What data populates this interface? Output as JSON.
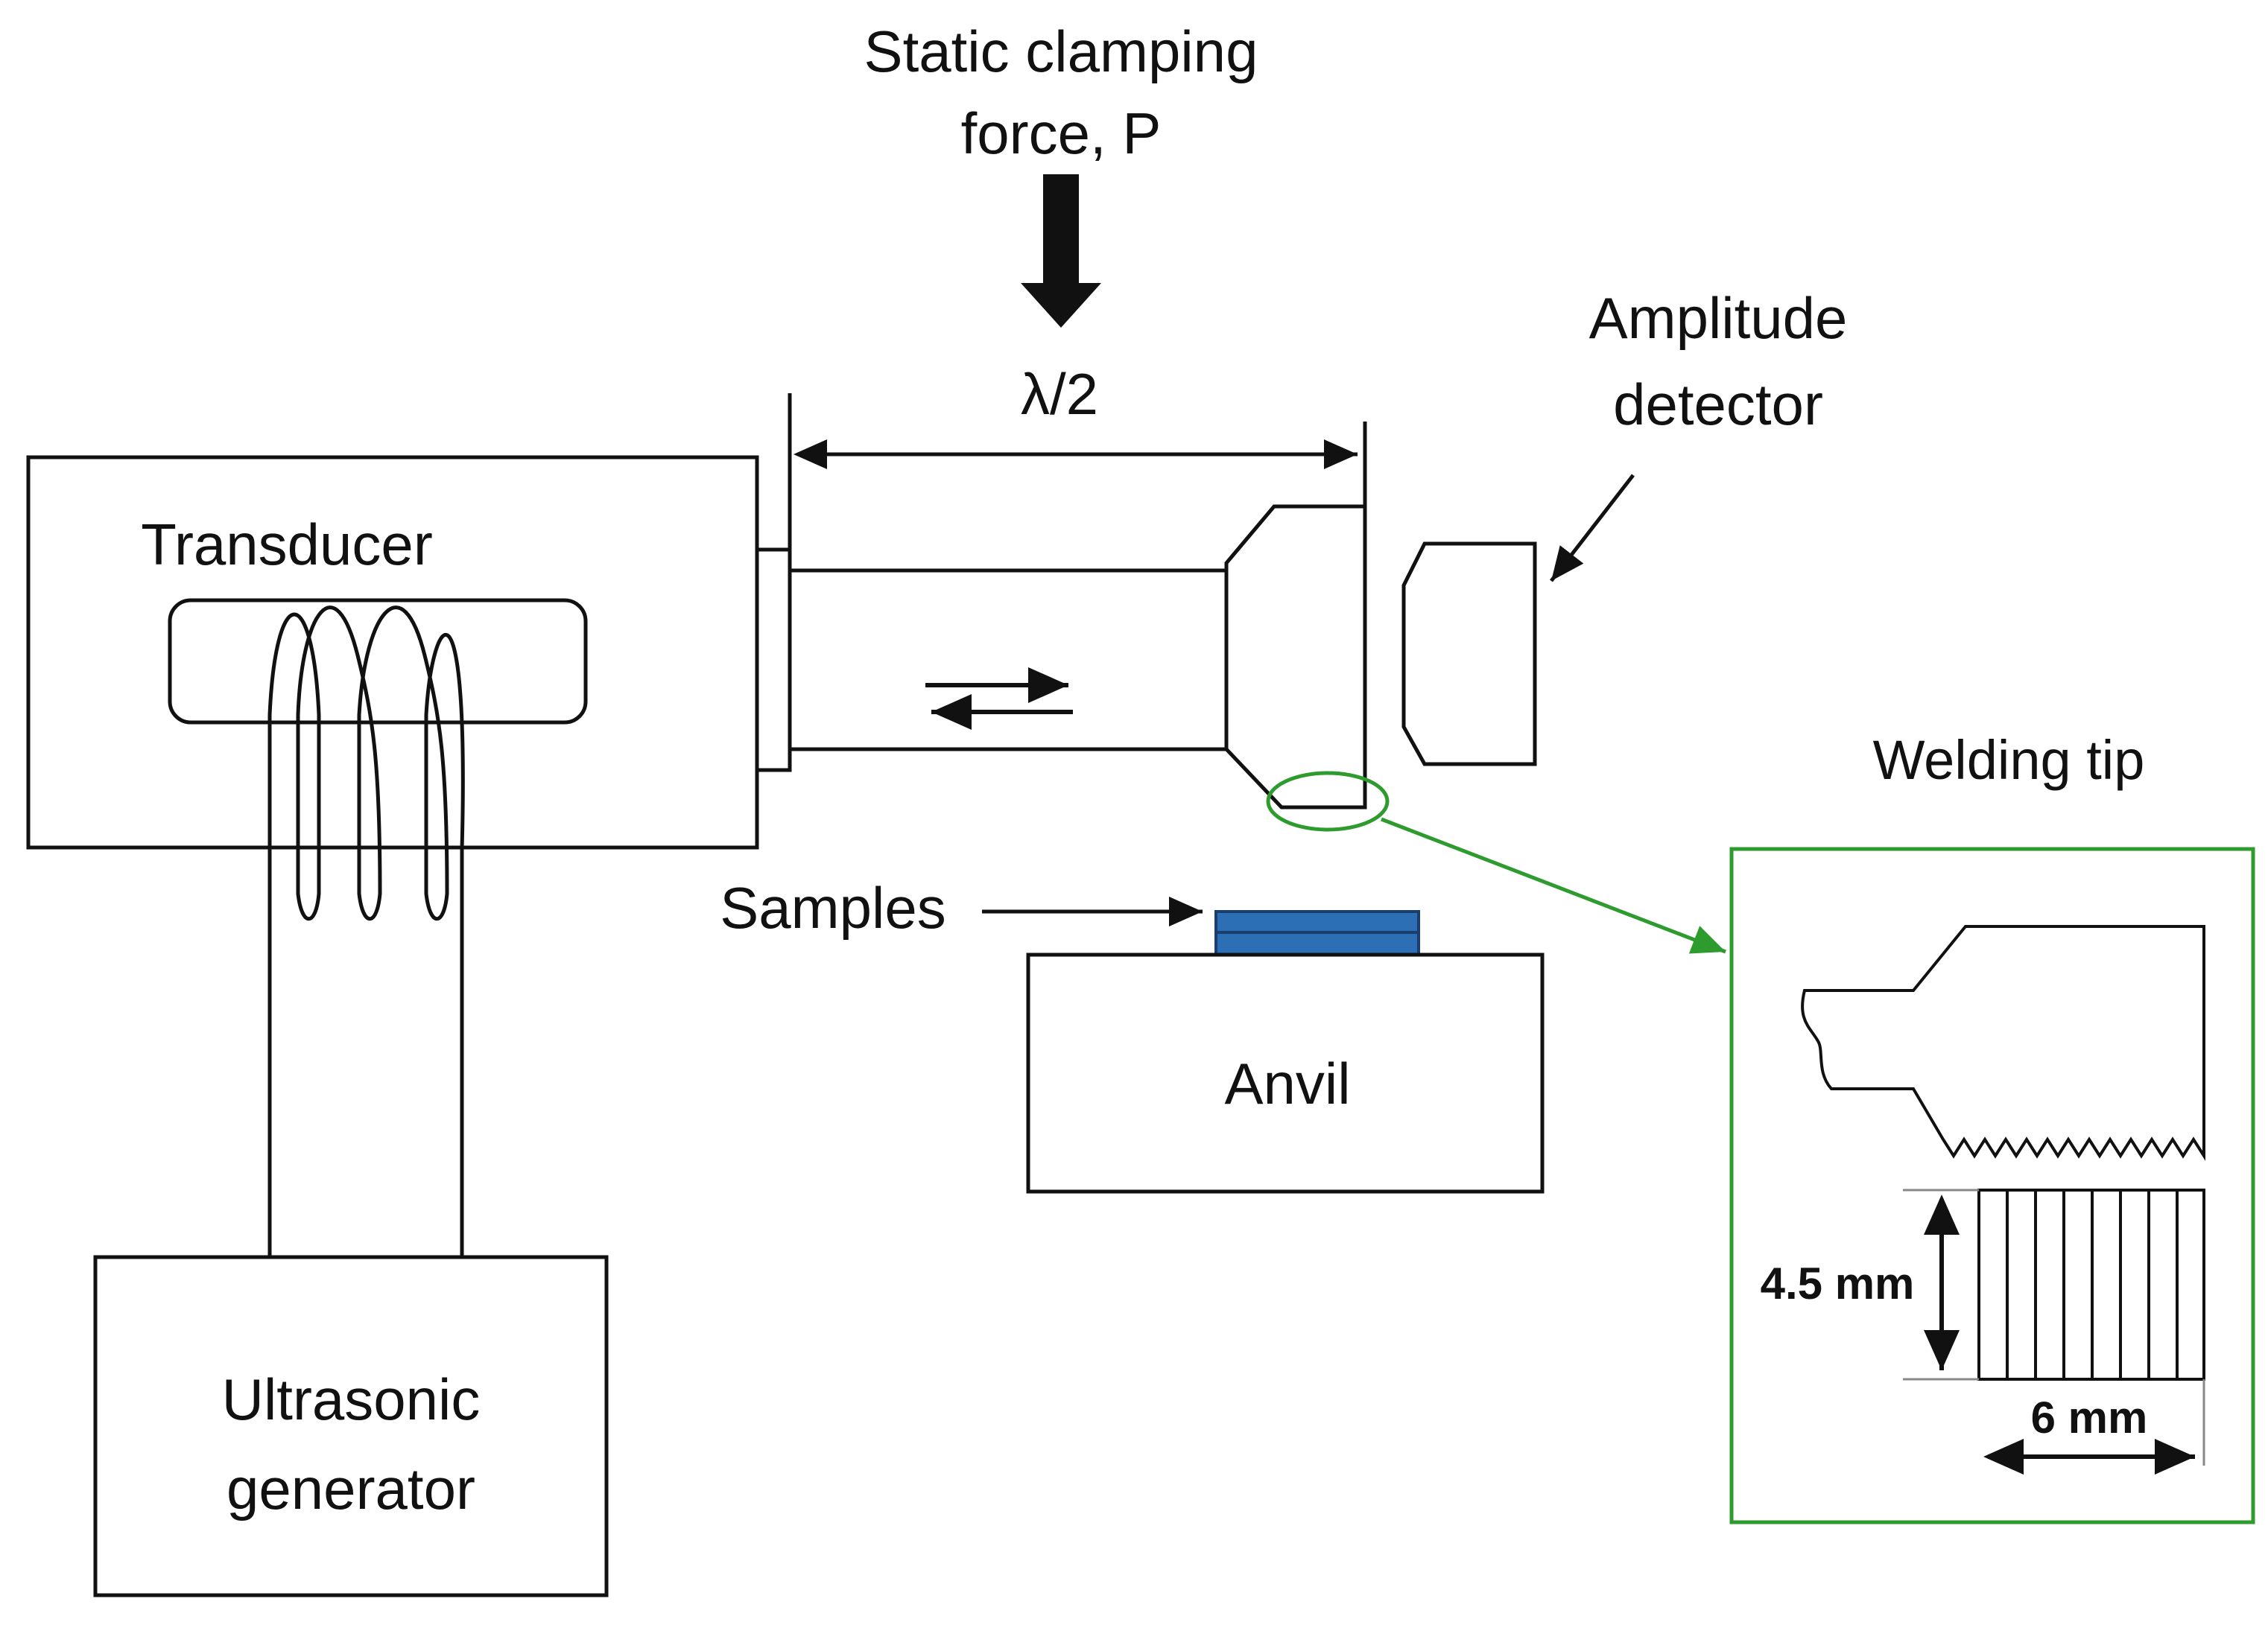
{
  "labels": {
    "force_line1": "Static clamping",
    "force_line2": "force, P",
    "wavelength": "λ/2",
    "amplitude_line1": "Amplitude",
    "amplitude_line2": "detector",
    "transducer": "Transducer",
    "welding_tip": "Welding tip",
    "samples": "Samples",
    "anvil": "Anvil",
    "generator_line1": "Ultrasonic",
    "generator_line2": "generator",
    "dim_height": "4.5 mm",
    "dim_width": "6 mm"
  },
  "colors": {
    "line": "#111111",
    "highlight": "#2e9b2e",
    "sample_fill": "#2d6fb5",
    "sample_stroke": "#1a3f6e",
    "tip_line": "#555555"
  }
}
